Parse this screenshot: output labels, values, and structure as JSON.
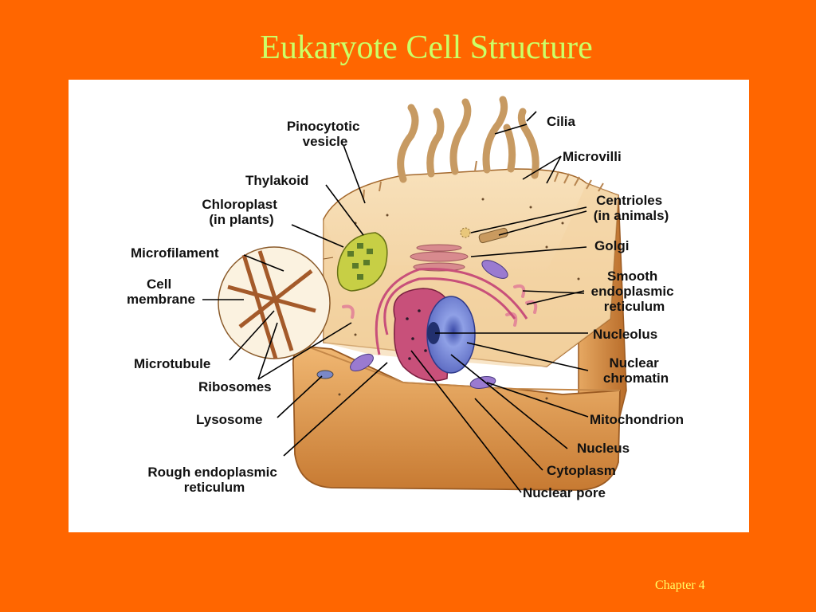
{
  "slide": {
    "title": "Eukaryote Cell Structure",
    "footer": "Chapter 4"
  },
  "diagram": {
    "labels": {
      "pinocytotic_vesicle": [
        "Pinocytotic",
        "vesicle"
      ],
      "thylakoid": "Thylakoid",
      "chloroplast": [
        "Chloroplast",
        "(in plants)"
      ],
      "microfilament": "Microfilament",
      "cell_membrane": [
        "Cell",
        "membrane"
      ],
      "microtubule": "Microtubule",
      "ribosomes": "Ribosomes",
      "lysosome": "Lysosome",
      "rough_er": [
        "Rough endoplasmic",
        "reticulum"
      ],
      "cilia": "Cilia",
      "microvilli": "Microvilli",
      "centrioles": [
        "Centrioles",
        "(in animals)"
      ],
      "golgi": "Golgi",
      "smooth_er": [
        "Smooth",
        "endoplasmic",
        "reticulum"
      ],
      "nucleolus": "Nucleolus",
      "nuclear_chromatin": [
        "Nuclear",
        "chromatin"
      ],
      "mitochondrion": "Mitochondrion",
      "nucleus": "Nucleus",
      "cytoplasm": "Cytoplasm",
      "nuclear_pore": "Nuclear pore"
    },
    "colors": {
      "background": "#ff6600",
      "title": "#ccff66",
      "footer": "#ffff66",
      "panel": "#ffffff",
      "cytoplasm": "#f2d2a0",
      "cell_front": "#d9944a",
      "nucleus_blue": "#7f8fd9",
      "rough_er_pink": "#c8507a",
      "chloroplast_green": "#b5c23a"
    }
  }
}
